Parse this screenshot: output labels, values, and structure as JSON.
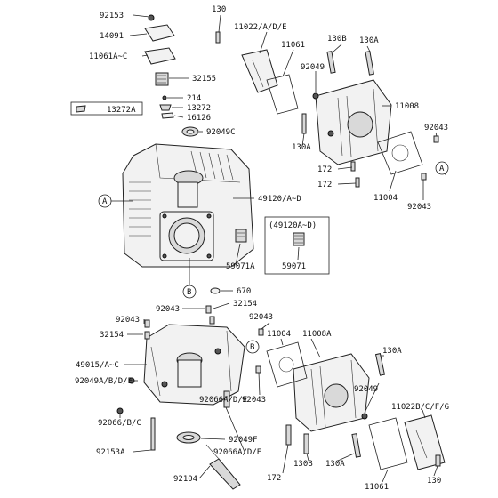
{
  "labels": {
    "p92153": "92153",
    "p14091": "14091",
    "p11061ac": "11061A~C",
    "p32155": "32155",
    "p214": "214",
    "p13272": "13272",
    "p13272a": "13272A",
    "p16126": "16126",
    "p92049c": "92049C",
    "p49120ad": "49120/A~D",
    "p49120ad_box": "(49120A~D)",
    "p59071a": "59071A",
    "p59071": "59071",
    "p670": "670",
    "p32154a": "32154",
    "p92043a": "92043",
    "p92043b": "92043",
    "p32154b": "32154",
    "p49015ac": "49015/A~C",
    "p92049abde": "92049A/B/D/E",
    "p92066bc": "92066/B/C",
    "p92153a": "92153A",
    "p92104": "92104",
    "p92066ade_1": "92066A/D/E",
    "p92049f": "92049F",
    "p92066ade_2": "92066A/D/E",
    "p130_top": "130",
    "p11022ade": "11022/A/D/E",
    "p11061_top": "11061",
    "p130b_top": "130B",
    "p130a_top": "130A",
    "p92049_top": "92049",
    "p11008": "11008",
    "p92043_r1": "92043",
    "p130a_mid": "130A",
    "p172_a": "172",
    "p172_b": "172",
    "p11004_top": "11004",
    "p92043_r2": "92043",
    "p92043_mid": "92043",
    "p11004_bot": "11004",
    "p11008a": "11008A",
    "p130a_bot1": "130A",
    "p92043_bot": "92043",
    "p92049_bot": "92049",
    "p11022bcfg": "11022B/C/F/G",
    "p172_bot": "172",
    "p130b_bot": "130B",
    "p130a_bot2": "130A",
    "p11061_bot": "11061",
    "p130_bot": "130",
    "callout_a": "A",
    "callout_b": "B"
  }
}
